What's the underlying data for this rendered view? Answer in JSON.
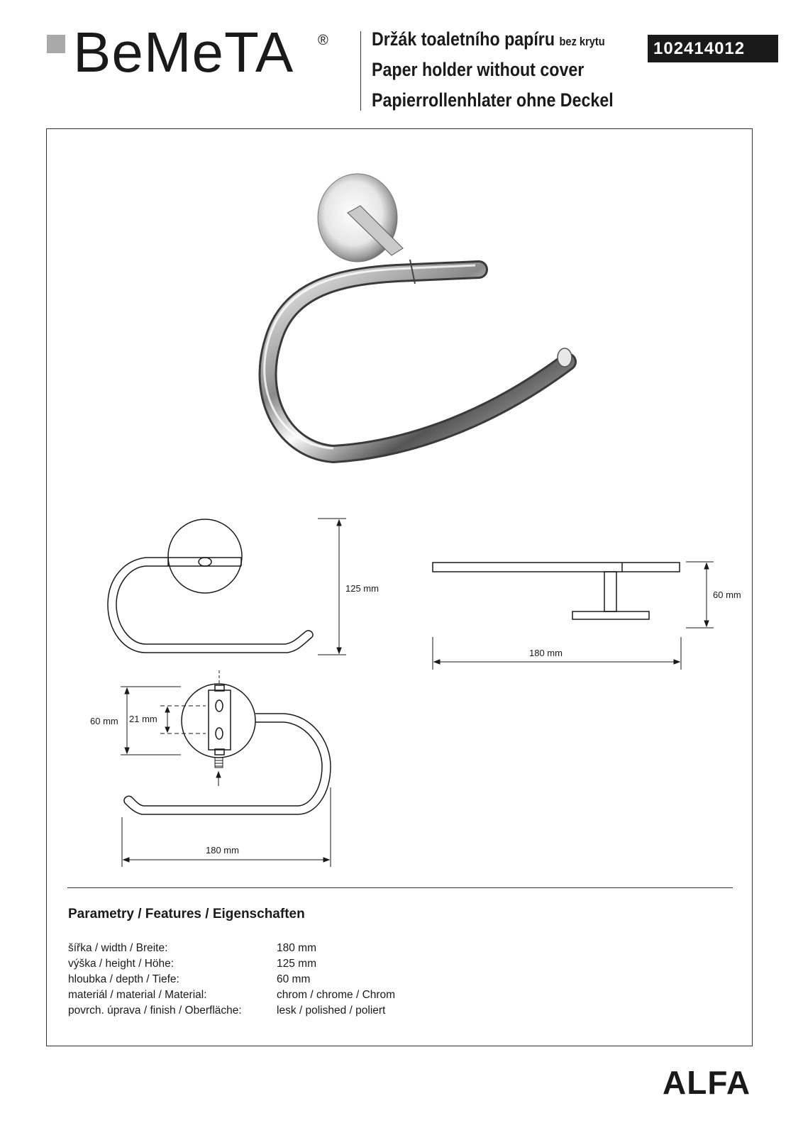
{
  "brand": {
    "logo_text": "BeMeTA",
    "registered_mark": "®"
  },
  "header": {
    "title_cz_main": "Držák toaletního papíru",
    "title_cz_small": "bez krytu",
    "title_en": "Paper holder without cover",
    "title_de": "Papierrollenhlater ohne Deckel",
    "product_code": "102414012"
  },
  "drawings": {
    "front_height": "125 mm",
    "side_depth": "60 mm",
    "side_width": "180 mm",
    "back_plate_height": "60 mm",
    "hole_spacing": "21 mm",
    "back_width": "180 mm"
  },
  "features": {
    "heading": "Parametry / Features / Eigenschaften",
    "rows": [
      {
        "label": "šířka / width / Breite:",
        "value": "180 mm"
      },
      {
        "label": "výška / height / Höhe:",
        "value": "125 mm"
      },
      {
        "label": "hloubka / depth / Tiefe:",
        "value": "60 mm"
      },
      {
        "label": "materiál / material / Material:",
        "value": "chrom / chrome / Chrom"
      },
      {
        "label": "povrch. úprava / finish / Oberfläche:",
        "value": "lesk / polished / poliert"
      }
    ]
  },
  "series": "ALFA"
}
